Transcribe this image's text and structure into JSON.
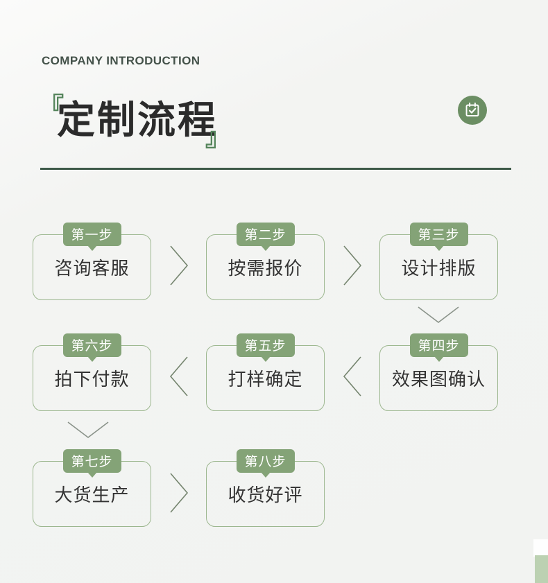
{
  "colors": {
    "background": "#f3f4f2",
    "accent_dark_green": "#3d5948",
    "badge_green": "#84a377",
    "box_border_green": "#9cb78f",
    "icon_circle_green": "#6b8e63",
    "quote_green": "#55855c",
    "title_text": "#2b2b2b",
    "step_text": "#333333",
    "strip_green": "#bcd1b2"
  },
  "header": {
    "eyebrow": "COMPANY INTRODUCTION",
    "title": "定制流程",
    "quote_open": "『",
    "quote_close": "』",
    "icon": "calendar-check-icon"
  },
  "steps": [
    {
      "badge": "第一步",
      "label": "咨询客服"
    },
    {
      "badge": "第二步",
      "label": "按需报价"
    },
    {
      "badge": "第三步",
      "label": "设计排版"
    },
    {
      "badge": "第四步",
      "label": "效果图确认"
    },
    {
      "badge": "第五步",
      "label": "打样确定"
    },
    {
      "badge": "第六步",
      "label": "拍下付款"
    },
    {
      "badge": "第七步",
      "label": "大货生产"
    },
    {
      "badge": "第八步",
      "label": "收货好评"
    }
  ]
}
